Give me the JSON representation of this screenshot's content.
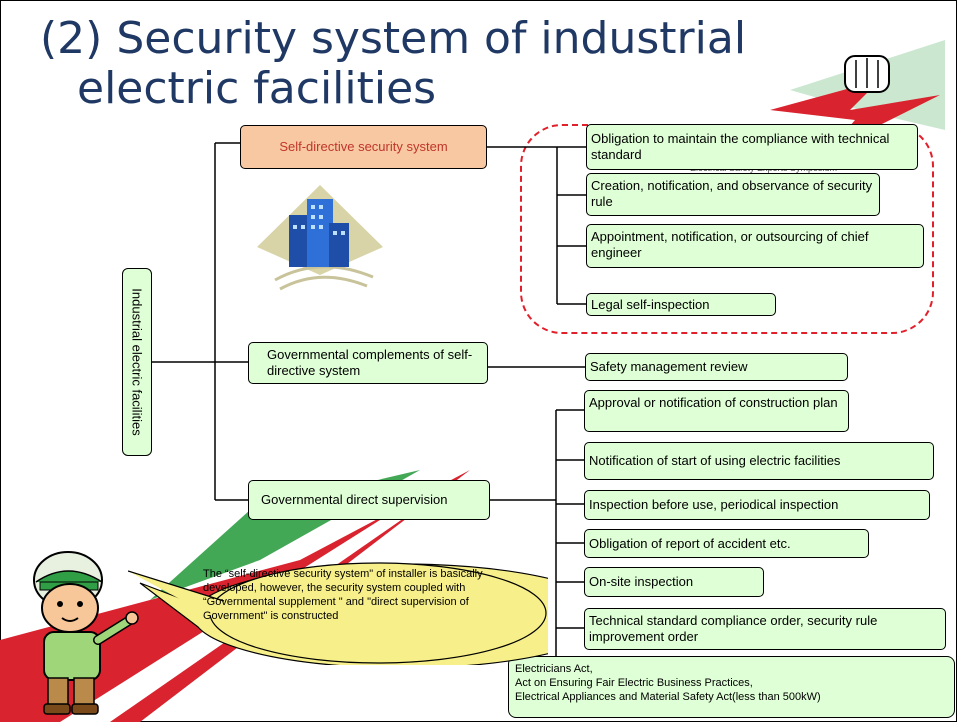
{
  "title": {
    "line1": "(2) Security system of industrial",
    "line2": "electric facilities"
  },
  "root": {
    "label": "Industrial electric facilities"
  },
  "branches": {
    "self_directive": "Self-directive security system",
    "complements": "Governmental complements of self-directive system",
    "direct": "Governmental direct supervision"
  },
  "self_directive_items": [
    "Obligation to maintain the compliance with technical standard",
    "Creation, notification, and observance of security rule",
    "Appointment, notification, or outsourcing of chief engineer",
    "Legal self-inspection"
  ],
  "complement_items": [
    "Safety management review"
  ],
  "direct_items": [
    "Approval or notification of construction plan",
    "Notification of start of using electric facilities",
    "Inspection before use, periodical inspection",
    "Obligation of report of accident etc.",
    "On-site inspection",
    "Technical standard compliance order, security rule improvement order"
  ],
  "laws": [
    "Electricians Act,",
    "Act on Ensuring Fair Electric Business Practices,",
    "Electrical Appliances and Material Safety Act(less than 500kW)"
  ],
  "speech": "The “self-directive security system\" of installer is basically developed, however, the security system coupled with “Governmental supplement \" and \"direct supervision of Government\" is constructed",
  "watermark": "Electrical Safety Experts Symposium",
  "colors": {
    "title": "#1f3864",
    "box_fill": "#dfffd6",
    "highlight_fill": "#f7c8a2",
    "highlight_text": "#c0362b",
    "dashed_border": "#e0202a",
    "bubble_fill": "#f7f08a"
  }
}
